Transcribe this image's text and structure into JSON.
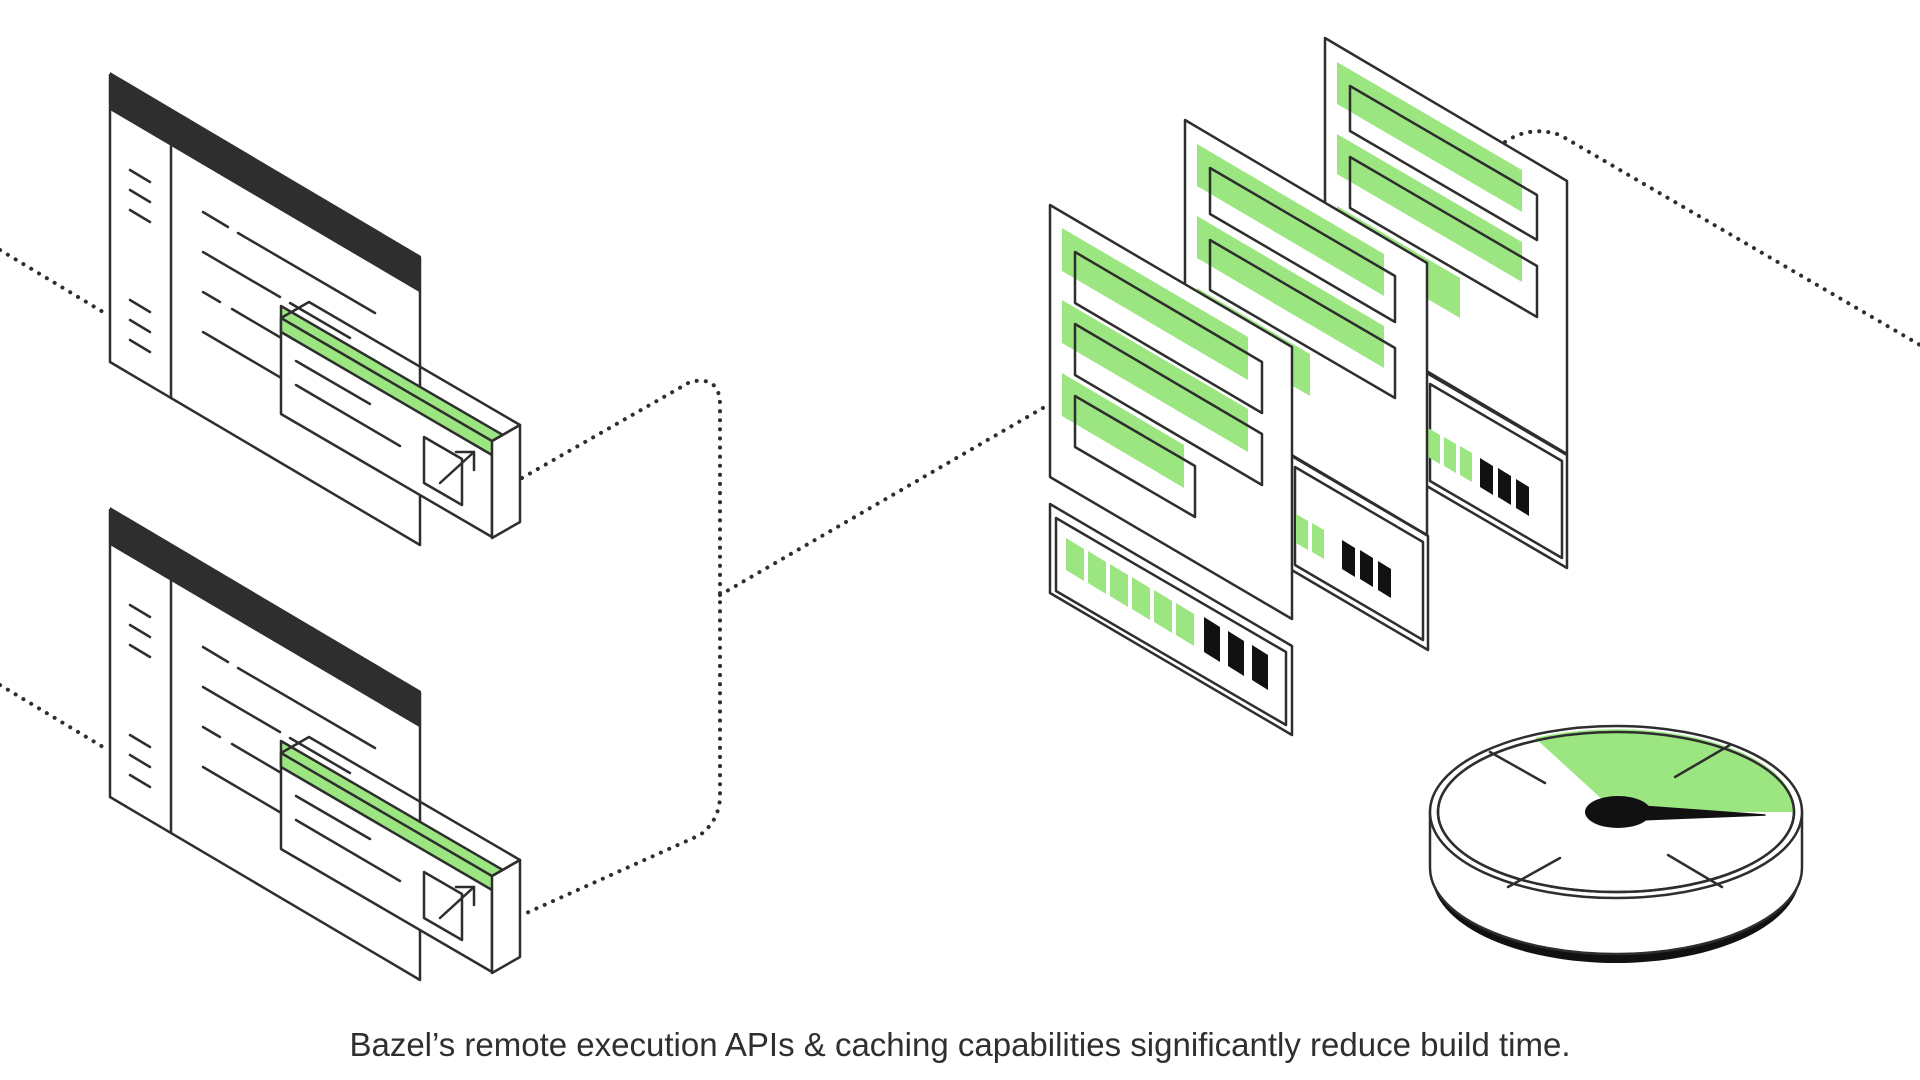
{
  "caption": "Bazel’s remote execution APIs & caching capabilities significantly reduce build time.",
  "colors": {
    "accent_green": "#9ce682",
    "line": "#2e2e2e",
    "dark": "#2e2e2e",
    "background": "#ffffff"
  },
  "developer_windows": [
    {
      "name": "developer-window-top",
      "icon": "external-link-icon"
    },
    {
      "name": "developer-window-bottom",
      "icon": "external-link-icon"
    }
  ],
  "remote_panels": [
    {
      "name": "remote-panel-back",
      "progress_filled": 3,
      "progress_total": 6
    },
    {
      "name": "remote-panel-middle",
      "progress_filled": 2,
      "progress_total": 5
    },
    {
      "name": "remote-panel-front",
      "progress_filled": 6,
      "progress_total": 9
    }
  ],
  "speedometer": {
    "icon": "speedometer-icon"
  }
}
